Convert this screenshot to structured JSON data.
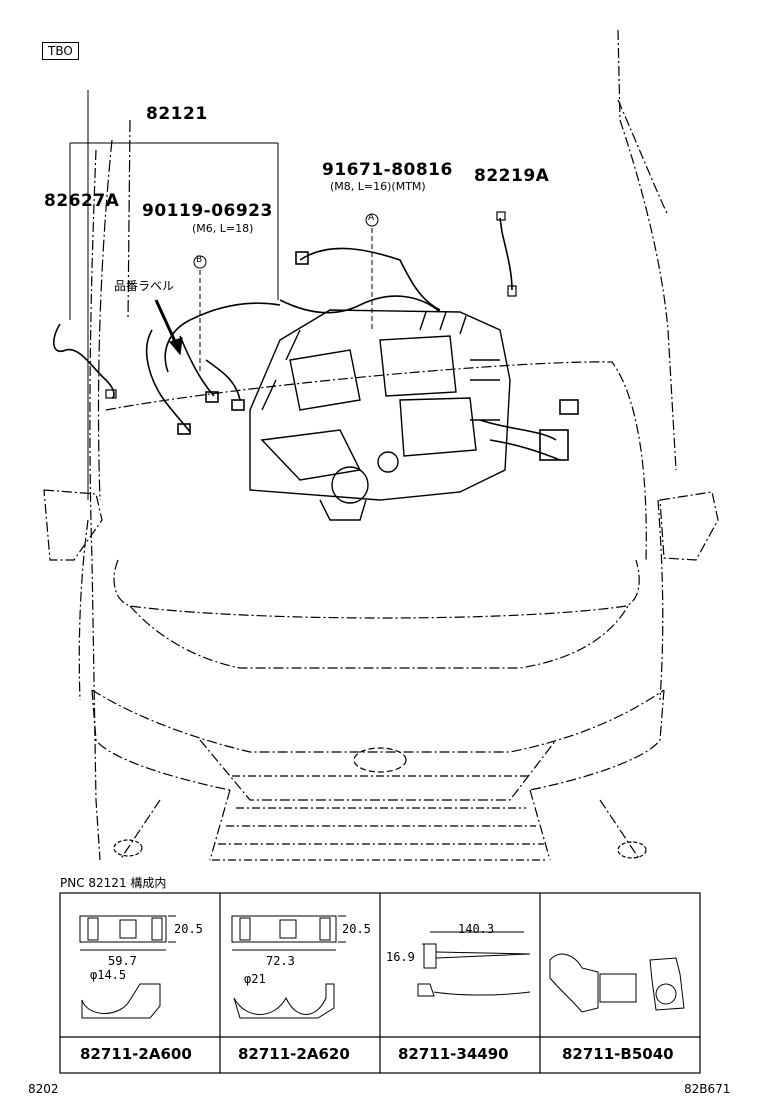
{
  "badge": "TBO",
  "callouts": {
    "main_harness": "82121",
    "left_part": "82627A",
    "bolt_b": "90119-06923",
    "bolt_b_spec": "(M6, L=18)",
    "bolt_a": "91671-80816",
    "bolt_a_spec": "(M8, L=16)(MTM)",
    "right_part": "82219A",
    "marker_a": "A",
    "marker_b": "B",
    "label_note": "品番ラベル"
  },
  "table": {
    "heading": "PNC 82121 構成内",
    "cells": [
      {
        "dim_height": "20.5",
        "dim_length": "59.7",
        "diameter": "φ14.5",
        "part_no": "82711-2A600"
      },
      {
        "dim_height": "20.5",
        "dim_length": "72.3",
        "diameter": "φ21",
        "part_no": "82711-2A620"
      },
      {
        "dim_left": "16.9",
        "dim_length": "140.3",
        "part_no": "82711-34490"
      },
      {
        "part_no": "82711-B5040"
      }
    ]
  },
  "footer": {
    "left": "8202",
    "right": "82B671"
  }
}
